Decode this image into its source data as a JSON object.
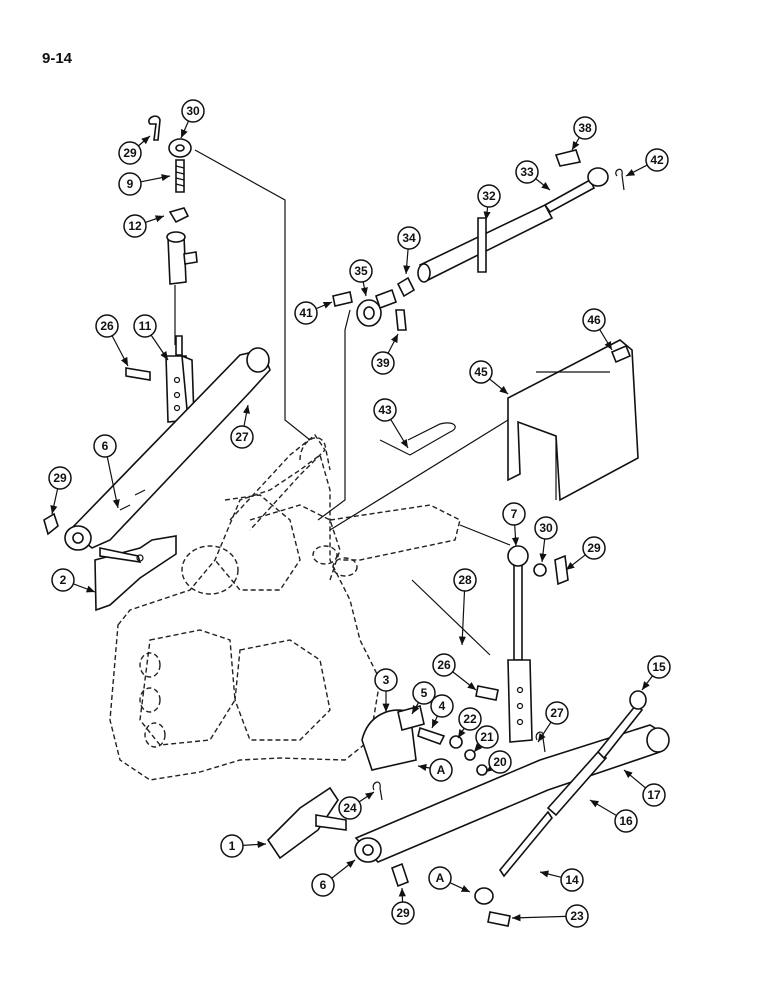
{
  "page_number": "9-14",
  "callouts": [
    {
      "label": "30"
    },
    {
      "label": "29"
    },
    {
      "label": "9"
    },
    {
      "label": "12"
    },
    {
      "label": "26"
    },
    {
      "label": "11"
    },
    {
      "label": "27"
    },
    {
      "label": "6"
    },
    {
      "label": "29"
    },
    {
      "label": "2"
    },
    {
      "label": "38"
    },
    {
      "label": "42"
    },
    {
      "label": "33"
    },
    {
      "label": "32"
    },
    {
      "label": "34"
    },
    {
      "label": "35"
    },
    {
      "label": "41"
    },
    {
      "label": "39"
    },
    {
      "label": "46"
    },
    {
      "label": "45"
    },
    {
      "label": "43"
    },
    {
      "label": "7"
    },
    {
      "label": "30"
    },
    {
      "label": "29"
    },
    {
      "label": "28"
    },
    {
      "label": "26"
    },
    {
      "label": "3"
    },
    {
      "label": "5"
    },
    {
      "label": "4"
    },
    {
      "label": "22"
    },
    {
      "label": "21"
    },
    {
      "label": "20"
    },
    {
      "label": "A"
    },
    {
      "label": "27"
    },
    {
      "label": "15"
    },
    {
      "label": "17"
    },
    {
      "label": "16"
    },
    {
      "label": "24"
    },
    {
      "label": "1"
    },
    {
      "label": "6"
    },
    {
      "label": "29"
    },
    {
      "label": "A"
    },
    {
      "label": "14"
    },
    {
      "label": "23"
    }
  ]
}
